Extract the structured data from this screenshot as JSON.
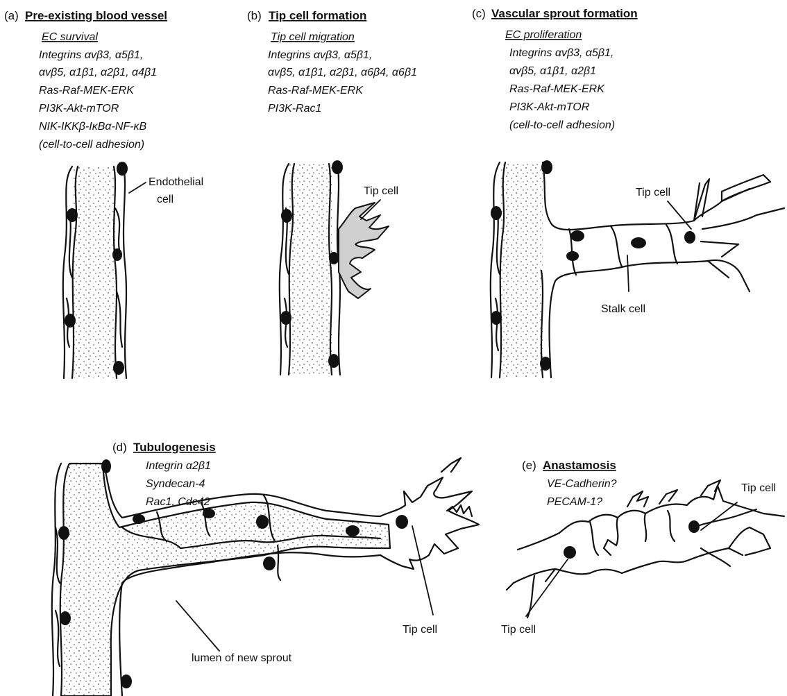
{
  "panels": {
    "a": {
      "letter": "(a)",
      "title": "Pre-existing blood vessel",
      "subtitle": "EC survival",
      "lines": [
        "Integrins αvβ3, α5β1,",
        "αvβ5, α1β1, α2β1, α4β1",
        "Ras-Raf-MEK-ERK",
        "PI3K-Akt-mTOR",
        "NIK-IKKβ-IκBα-NF-κB",
        "(cell-to-cell adhesion)"
      ],
      "annotations": {
        "endothelial_1": "Endothelial",
        "endothelial_2": "cell"
      }
    },
    "b": {
      "letter": "(b)",
      "title": "Tip cell formation",
      "subtitle": "Tip cell migration",
      "lines": [
        "Integrins αvβ3, α5β1,",
        "αvβ5, α1β1, α2β1, α6β4, α6β1",
        "Ras-Raf-MEK-ERK",
        "PI3K-Rac1"
      ],
      "annotations": {
        "tip": "Tip cell"
      }
    },
    "c": {
      "letter": "(c)",
      "title": "Vascular sprout formation",
      "subtitle": "EC proliferation",
      "lines": [
        "Integrins αvβ3, α5β1,",
        "αvβ5, α1β1, α2β1",
        "Ras-Raf-MEK-ERK",
        "PI3K-Akt-mTOR",
        "(cell-to-cell adhesion)"
      ],
      "annotations": {
        "tip": "Tip cell",
        "stalk": "Stalk cell"
      }
    },
    "d": {
      "letter": "(d)",
      "title": "Tubulogenesis",
      "lines": [
        "Integrin α2β1",
        "Syndecan-4",
        "Rac1, Cdc42"
      ],
      "annotations": {
        "tip": "Tip cell",
        "lumen": "lumen of new sprout"
      }
    },
    "e": {
      "letter": "(e)",
      "title": "Anastamosis",
      "lines": [
        "VE-Cadherin?",
        "PECAM-1?"
      ],
      "annotations": {
        "tip_right": "Tip cell",
        "tip_left": "Tip cell"
      }
    }
  },
  "colors": {
    "ink": "#111111",
    "tip_cell_fill": "#d0d0d0",
    "background": "#ffffff"
  }
}
